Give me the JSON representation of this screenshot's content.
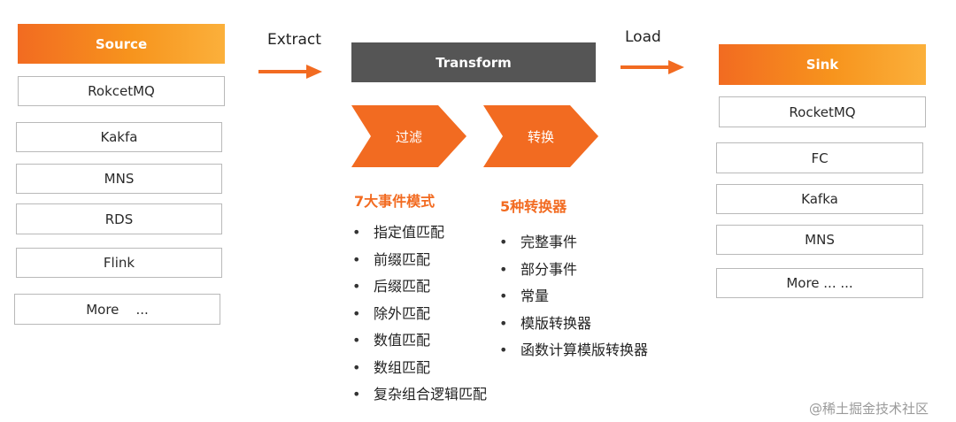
{
  "source": {
    "header": "Source",
    "items": [
      "RokcetMQ",
      "Kakfa",
      "MNS",
      "RDS",
      "Flink",
      "More    ..."
    ]
  },
  "extract_label": "Extract",
  "transform": {
    "header": "Transform",
    "step1": "过滤",
    "step2": "转换"
  },
  "load_label": "Load",
  "sink": {
    "header": "Sink",
    "items": [
      "RocketMQ",
      "FC",
      "Kafka",
      "MNS",
      "More ... ..."
    ]
  },
  "filters": {
    "heading": "7大事件模式",
    "items": [
      "指定值匹配",
      "前缀匹配",
      "后缀匹配",
      "除外匹配",
      "数值匹配",
      "数组匹配",
      "复杂组合逻辑匹配"
    ]
  },
  "converters": {
    "heading": "5种转换器",
    "items": [
      "完整事件",
      "部分事件",
      "常量",
      "模版转换器",
      "函数计算模版转换器"
    ]
  },
  "watermark": "@稀土掘金技术社区",
  "colors": {
    "accent_orange": "#f26b21",
    "gradient_end": "#fbb03b",
    "transform_gray": "#555555",
    "border_gray": "#b9b9b9"
  }
}
